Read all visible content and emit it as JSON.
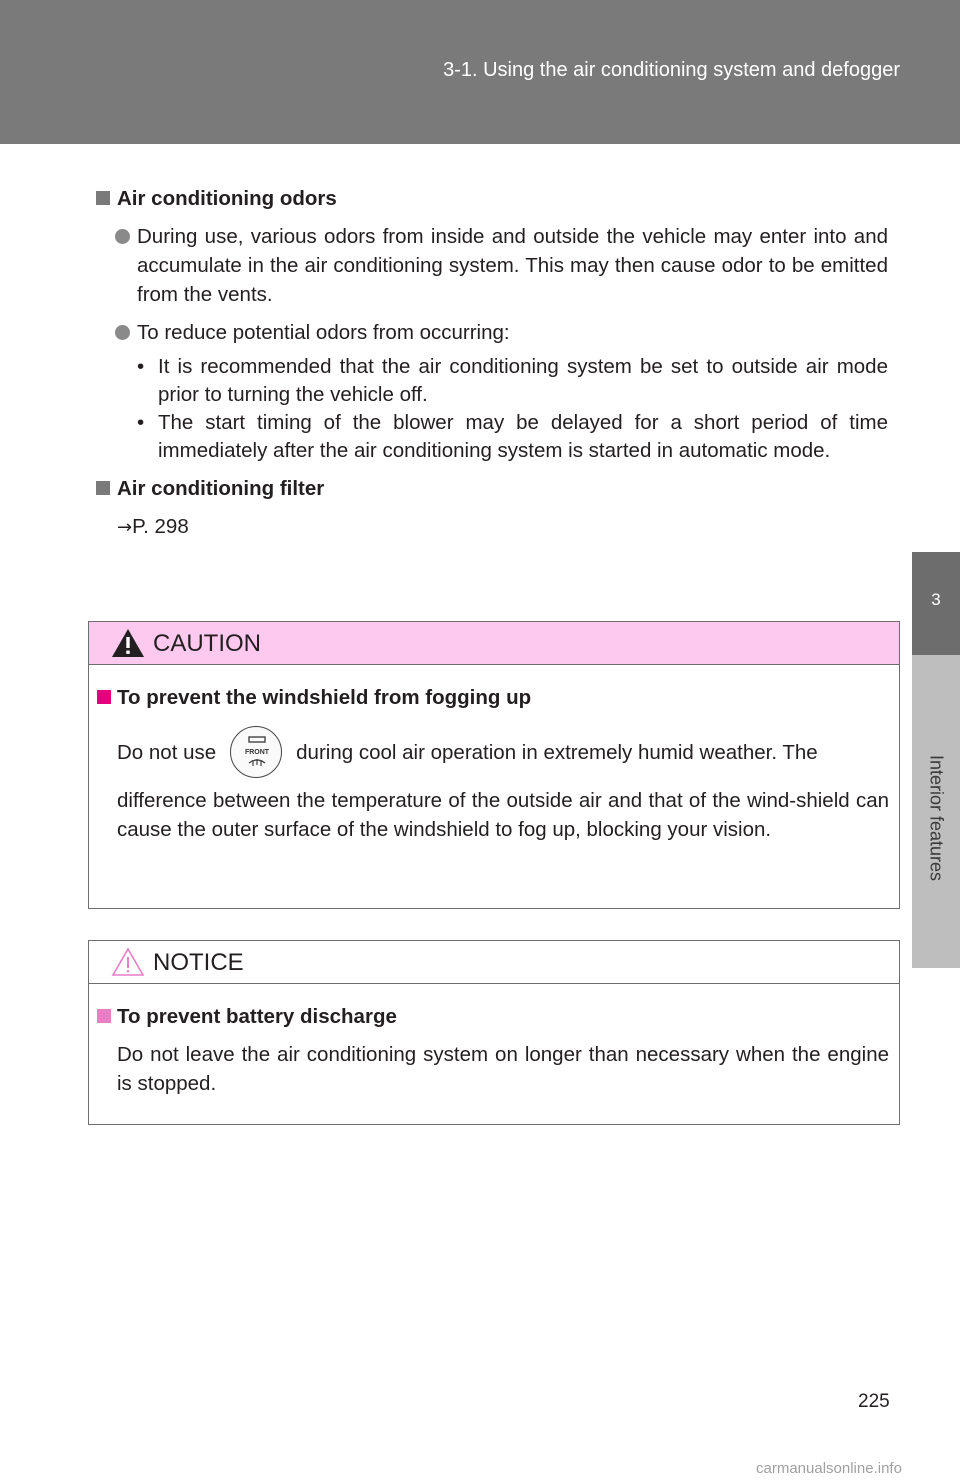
{
  "header": {
    "title": "3-1. Using the air conditioning system and defogger"
  },
  "side_tab": {
    "number": "3",
    "label": "Interior features"
  },
  "sections": {
    "odors": {
      "title": "Air conditioning odors",
      "bullet1": "During use, various odors from inside and outside the vehicle may enter into and accumulate in the air conditioning system. This may then cause odor to be emitted from the vents.",
      "bullet2": "To reduce potential odors from occurring:",
      "sub1": "It is recommended that the air conditioning system be set to outside air mode prior to turning the vehicle off.",
      "sub2": "The start timing of the blower may be delayed for a short period of time immediately after the air conditioning system is started in automatic mode.",
      "sub_marker": "•"
    },
    "filter": {
      "title": "Air conditioning filter",
      "ref_arrow": "→",
      "ref": "P. 298"
    }
  },
  "caution": {
    "label": "CAUTION",
    "title": "To prevent the windshield from fogging up",
    "text_pre": "Do not use",
    "button_label": "FRONT",
    "button_icon": "front-defogger-icon",
    "text_post": "during cool air operation in extremely humid weather. The",
    "text_rest": "difference between the temperature of the outside air and that of the wind-shield can cause the outer surface of the windshield to fog up, blocking your vision."
  },
  "notice": {
    "label": "NOTICE",
    "title": "To prevent battery discharge",
    "text": "Do not leave the air conditioning system on longer than necessary when the engine is stopped."
  },
  "page_number": "225",
  "watermark": "carmanualsonline.info",
  "colors": {
    "header": "#7a7a7a",
    "caution_header": "#fdc9ee",
    "caution_accent": "#e5007e",
    "notice_accent": "#e87fc6"
  }
}
